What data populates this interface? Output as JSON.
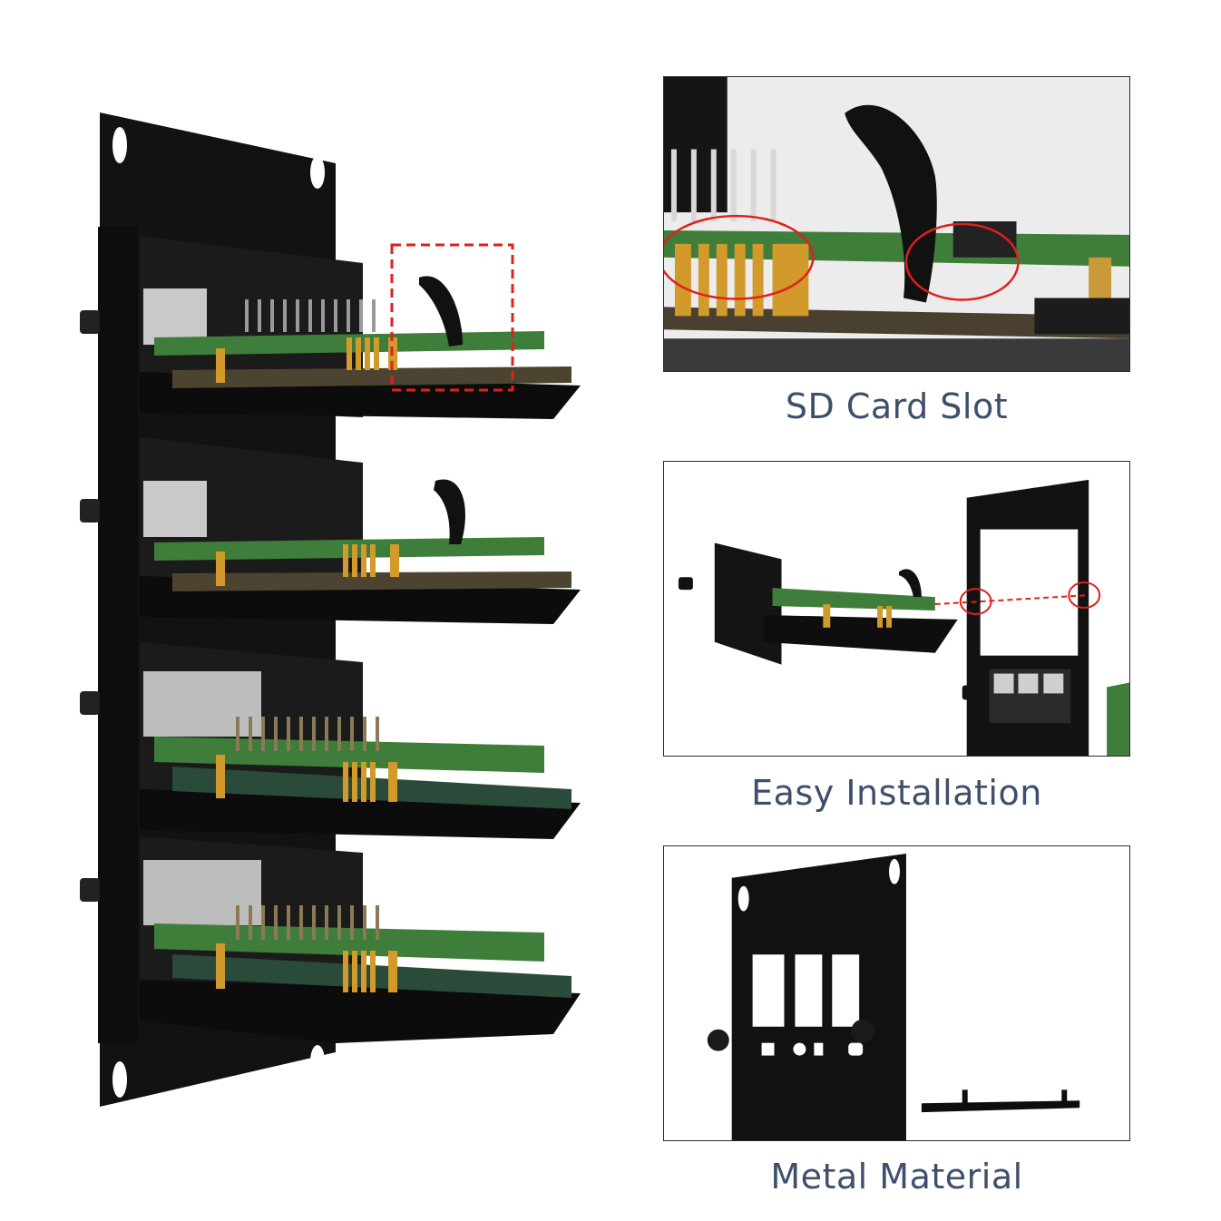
{
  "captions": {
    "sd_card_slot": "SD Card Slot",
    "easy_installation": "Easy Installation",
    "metal_material": "Metal Material"
  },
  "colors": {
    "caption": "#3d4f6b",
    "metal": "#111111",
    "pcb_green": "#3f7d3a",
    "gold_pins": "#d19a2a",
    "highlight": "#e0201c"
  }
}
